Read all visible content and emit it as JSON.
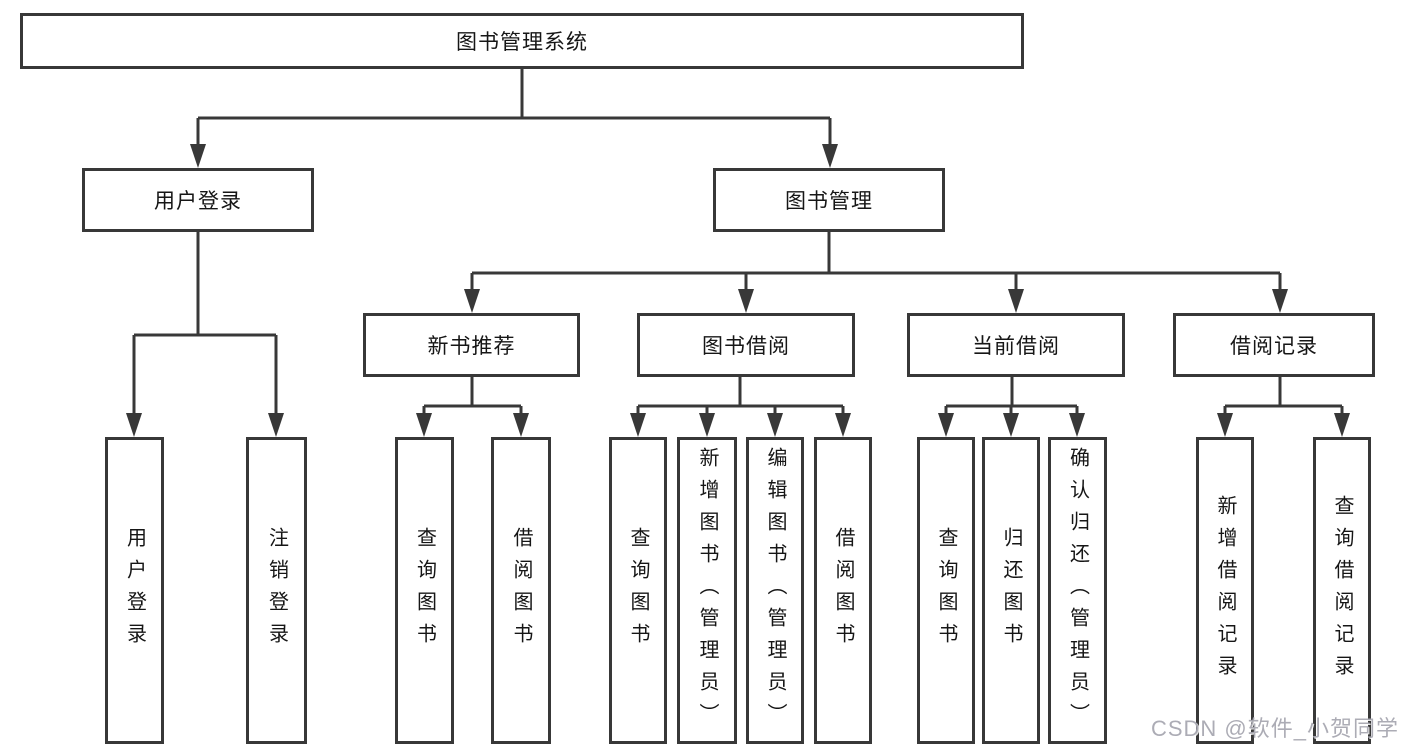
{
  "diagram": {
    "type": "tree",
    "root": {
      "label": "图书管理系统",
      "children": [
        {
          "label": "用户登录",
          "children": [
            {
              "label": "用户登录"
            },
            {
              "label": "注销登录"
            }
          ]
        },
        {
          "label": "图书管理",
          "children": [
            {
              "label": "新书推荐",
              "children": [
                {
                  "label": "查询图书"
                },
                {
                  "label": "借阅图书"
                }
              ]
            },
            {
              "label": "图书借阅",
              "children": [
                {
                  "label": "查询图书"
                },
                {
                  "label": "新增图书（管理员）"
                },
                {
                  "label": "编辑图书（管理员）"
                },
                {
                  "label": "借阅图书"
                }
              ]
            },
            {
              "label": "当前借阅",
              "children": [
                {
                  "label": "查询图书"
                },
                {
                  "label": "归还图书"
                },
                {
                  "label": "确认归还（管理员）"
                }
              ]
            },
            {
              "label": "借阅记录",
              "children": [
                {
                  "label": "新增借阅记录"
                },
                {
                  "label": "查询借阅记录"
                }
              ]
            }
          ]
        }
      ]
    }
  },
  "watermark": "CSDN @软件_小贺同学",
  "colors": {
    "line": "#383838",
    "text": "#161616",
    "watermark": "#a8a8b1",
    "background": "#ffffff"
  }
}
